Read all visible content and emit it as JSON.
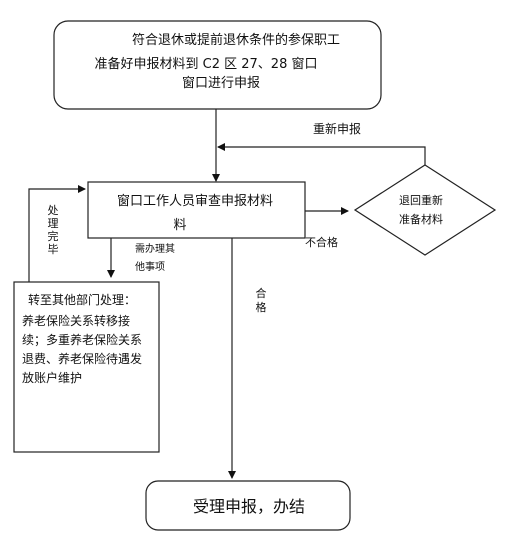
{
  "start_box": {
    "line1": "符合退休或提前退休条件的参保职工",
    "line2": "准备好申报材料到 C2 区 27、28 窗口",
    "line3": "窗口进行申报"
  },
  "review_box": {
    "line1": "窗口工作人员审查申报材料",
    "line2": "料"
  },
  "diamond": {
    "line1": "退回重新",
    "line2": "准备材料"
  },
  "reapply_label": "重新申报",
  "fail_label": "不合格",
  "other_label": {
    "line1": "需办理其",
    "line2": "他事项"
  },
  "transfer_box": {
    "line1": "转至其他部门处理：",
    "line2": "养老保险关系转移接",
    "line3": "续；多重养老保险关系",
    "line4": "退费、养老保险待遇发",
    "line5": "放账户维护"
  },
  "done_label": {
    "c1": "处",
    "c2": "理",
    "c3": "完",
    "c4": "毕"
  },
  "pass_label": {
    "c1": "合",
    "c2": "格"
  },
  "end_box": {
    "label": "受理申报，办结"
  }
}
